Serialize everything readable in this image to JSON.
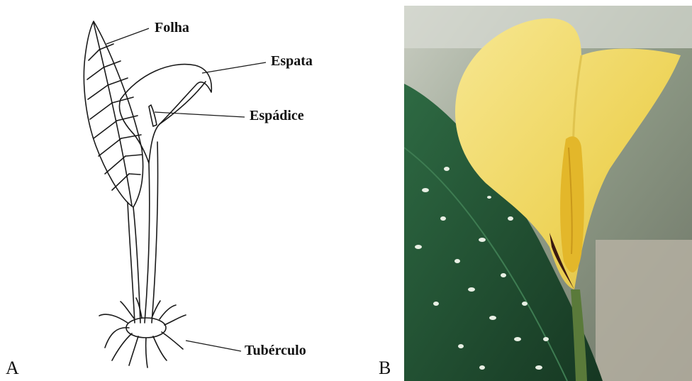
{
  "panel_a": {
    "letter": "A",
    "labels": {
      "folha": "Folha",
      "espata": "Espata",
      "espadice": "Espádice",
      "tuberculo": "Tubérculo"
    }
  },
  "panel_b": {
    "letter": "B"
  },
  "colors": {
    "ink": "#1a1a1a",
    "spathe_yellow": "#f1d85c",
    "spadix_yellow": "#e3b72a",
    "leaf_green": "#1f4a2e",
    "leaf_spots": "#e8efe4"
  }
}
